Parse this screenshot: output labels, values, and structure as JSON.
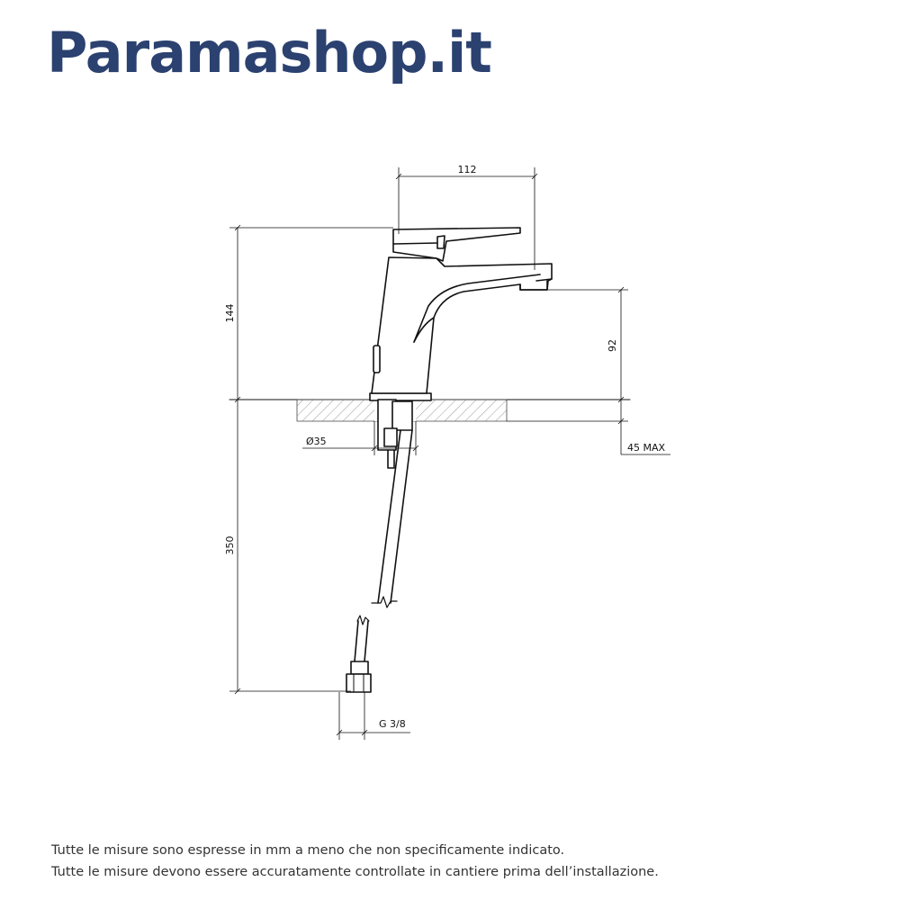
{
  "brand": {
    "name": "Paramashop.it",
    "color": "#2b4170"
  },
  "drawing": {
    "dimensions": {
      "spout_reach": "112",
      "total_height": "144",
      "spout_height": "92",
      "hole_diameter": "Ø35",
      "max_deck_thickness": "45 MAX",
      "hose_length": "350",
      "connection_thread": "G 3/8"
    }
  },
  "notes": {
    "line1": "Tutte le misure sono espresse in mm a meno che non specificamente indicato.",
    "line2": "Tutte le misure devono essere accuratamente controllate in cantiere prima dell’installazione."
  }
}
